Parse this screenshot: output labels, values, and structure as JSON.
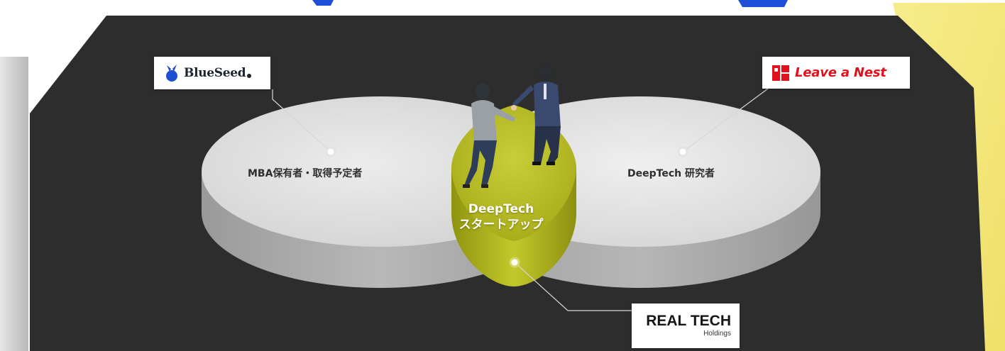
{
  "diagram": {
    "left_group_label": "MBA保有者・取得予定者",
    "right_group_label": "DeepTech 研究者",
    "center_label_line1": "DeepTech",
    "center_label_line2": "スタートアップ"
  },
  "logos": {
    "blueseed": "BlueSeed",
    "leave_a_nest": "Leave a Nest",
    "realtech_main": "REAL TECH",
    "realtech_sub": "Holdings"
  },
  "colors": {
    "background_dark": "#2d2d2d",
    "disk_top": "#e2e2e2",
    "disk_side": "#a9a9a9",
    "center_olive": "#b0b418",
    "blueseed_blue": "#1e4fd0",
    "leave_red": "#e0101c",
    "accent_yellow": "#f5e66a"
  }
}
